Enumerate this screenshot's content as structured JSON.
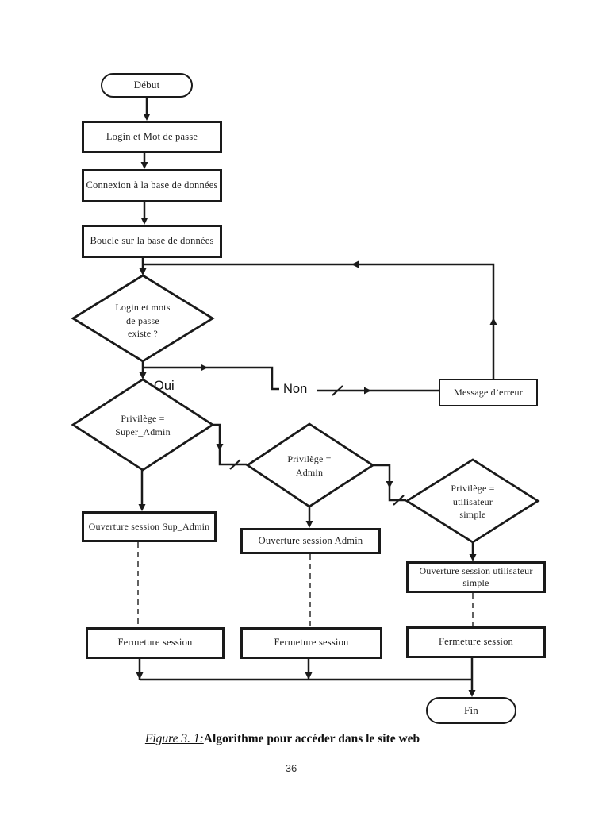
{
  "page": {
    "number": "36"
  },
  "caption": {
    "figure_label": "Figure 3. 1:",
    "figure_title": "Algorithme pour accéder dans le site web"
  },
  "flowchart": {
    "colors": {
      "line": "#1a1a1a",
      "background": "#ffffff"
    },
    "nodes": {
      "start": {
        "label": "Début"
      },
      "login": {
        "label": "Login et Mot de passe"
      },
      "connexion": {
        "label": "Connexion à la base de données"
      },
      "boucle": {
        "label": "Boucle sur la base de données"
      },
      "check_credentials": {
        "lines": [
          "Login et mots",
          "de passe",
          "existe ?"
        ]
      },
      "branch_yes": {
        "label": "Oui"
      },
      "branch_no": {
        "label": "Non"
      },
      "error": {
        "label": "Message d’erreur"
      },
      "check_super_admin": {
        "lines": [
          "Privilège =",
          "Super_Admin"
        ]
      },
      "check_admin": {
        "lines": [
          "Privilège =",
          "Admin"
        ]
      },
      "check_simple_user": {
        "lines": [
          "Privilège =",
          "utilisateur",
          "simple"
        ]
      },
      "open_super_admin": {
        "label": "Ouverture session Sup_Admin"
      },
      "open_admin": {
        "label": "Ouverture session Admin"
      },
      "open_simple_user": {
        "lines": [
          "Ouverture session utilisateur",
          "simple"
        ]
      },
      "close_session_1": {
        "label": "Fermeture session"
      },
      "close_session_2": {
        "label": "Fermeture session"
      },
      "close_session_3": {
        "label": "Fermeture session"
      },
      "end": {
        "label": "Fin"
      }
    }
  }
}
